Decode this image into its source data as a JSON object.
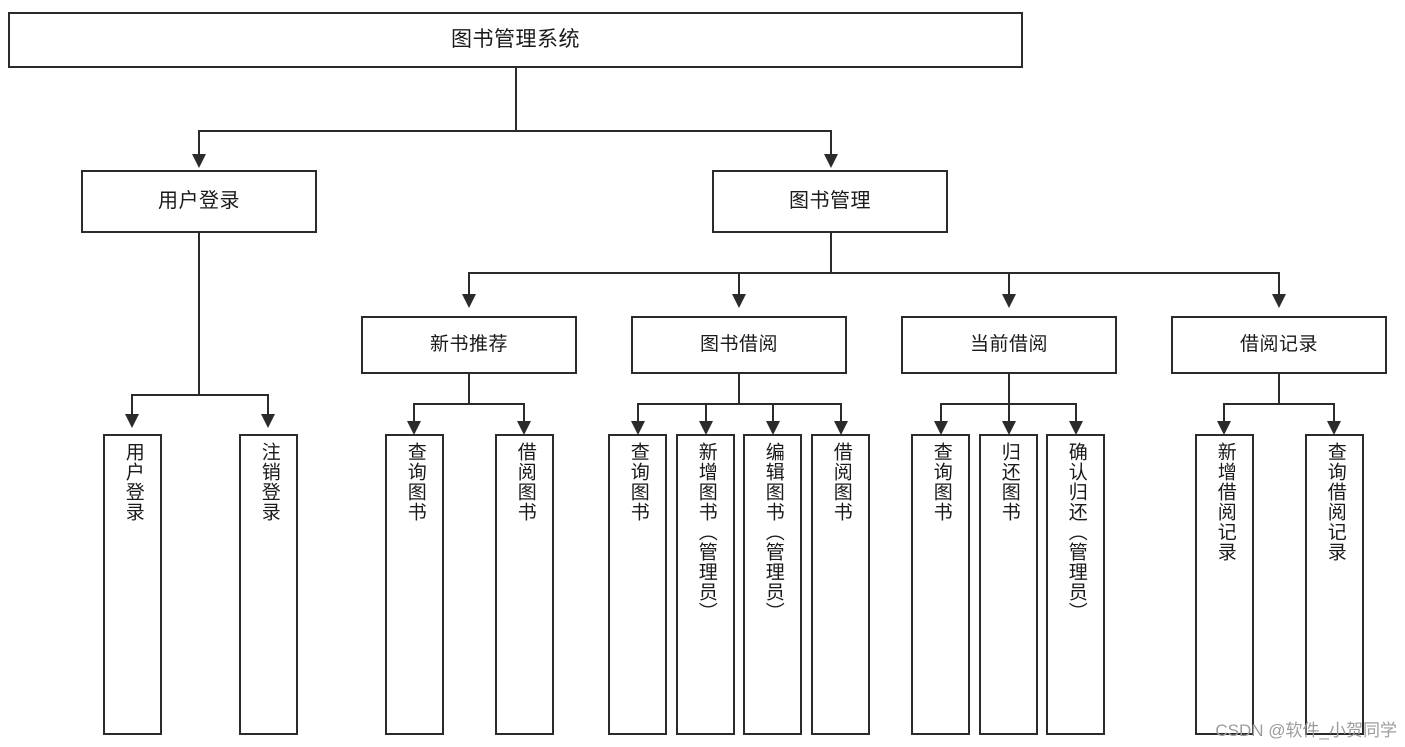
{
  "diagram": {
    "title": "图书管理系统",
    "type": "tree",
    "root": {
      "label": "图书管理系统"
    },
    "level2": [
      {
        "label": "用户登录"
      },
      {
        "label": "图书管理"
      }
    ],
    "level3": [
      {
        "label": "新书推荐"
      },
      {
        "label": "图书借阅"
      },
      {
        "label": "当前借阅"
      },
      {
        "label": "借阅记录"
      }
    ],
    "groups": {
      "user_login_leaves": [
        {
          "label": "用户登录"
        },
        {
          "label": "注销登录"
        }
      ],
      "new_book_leaves": [
        {
          "label": "查询图书"
        },
        {
          "label": "借阅图书"
        }
      ],
      "borrow_leaves": [
        {
          "label": "查询图书"
        },
        {
          "label": "新增图书（管理员）"
        },
        {
          "label": "编辑图书（管理员）"
        },
        {
          "label": "借阅图书"
        }
      ],
      "current_leaves": [
        {
          "label": "查询图书"
        },
        {
          "label": "归还图书"
        },
        {
          "label": "确认归还（管理员）"
        }
      ],
      "record_leaves": [
        {
          "label": "新增借阅记录"
        },
        {
          "label": "查询借阅记录"
        }
      ]
    }
  },
  "watermark": {
    "text": "CSDN @软件_小贺同学"
  },
  "colors": {
    "stroke": "#2b2b2b",
    "background": "#ffffff",
    "text": "#1a1a1a",
    "watermark": "#9c9c9c"
  }
}
